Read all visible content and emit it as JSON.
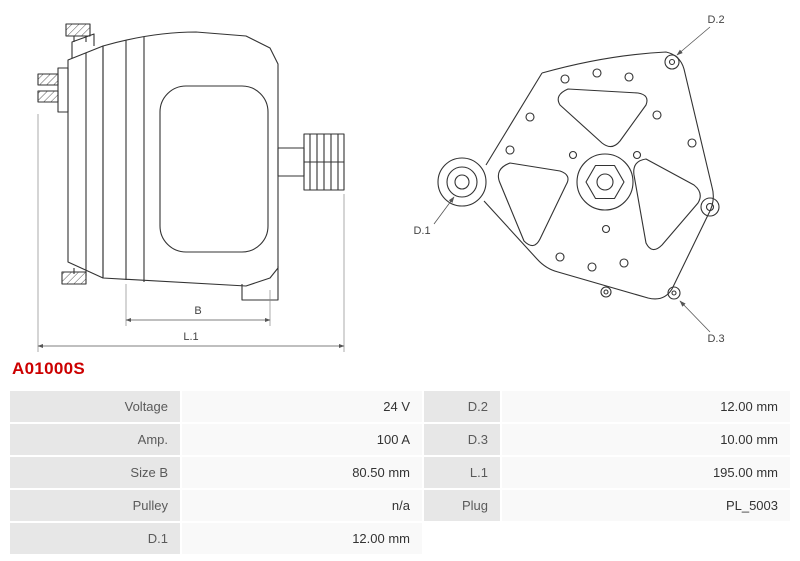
{
  "page": {
    "part_number": "A01000S"
  },
  "colors": {
    "accent_part_number": "#cc0000",
    "table_label_bg": "#e7e7e7",
    "table_value_bg": "#f9f9f9",
    "drawing_line": "#333333"
  },
  "drawing": {
    "side_view": {
      "dim_b_label": "B",
      "dim_l1_label": "L.1"
    },
    "rear_view": {
      "d1_label": "D.1",
      "d2_label": "D.2",
      "d3_label": "D.3"
    }
  },
  "spec_table": {
    "rows": [
      {
        "label1": "Voltage",
        "value1": "24 V",
        "label2": "D.2",
        "value2": "12.00 mm"
      },
      {
        "label1": "Amp.",
        "value1": "100 A",
        "label2": "D.3",
        "value2": "10.00 mm"
      },
      {
        "label1": "Size B",
        "value1": "80.50 mm",
        "label2": "L.1",
        "value2": "195.00 mm"
      },
      {
        "label1": "Pulley",
        "value1": "n/a",
        "label2": "Plug",
        "value2": "PL_5003"
      },
      {
        "label1": "D.1",
        "value1": "12.00 mm",
        "label2": "",
        "value2": ""
      }
    ]
  }
}
